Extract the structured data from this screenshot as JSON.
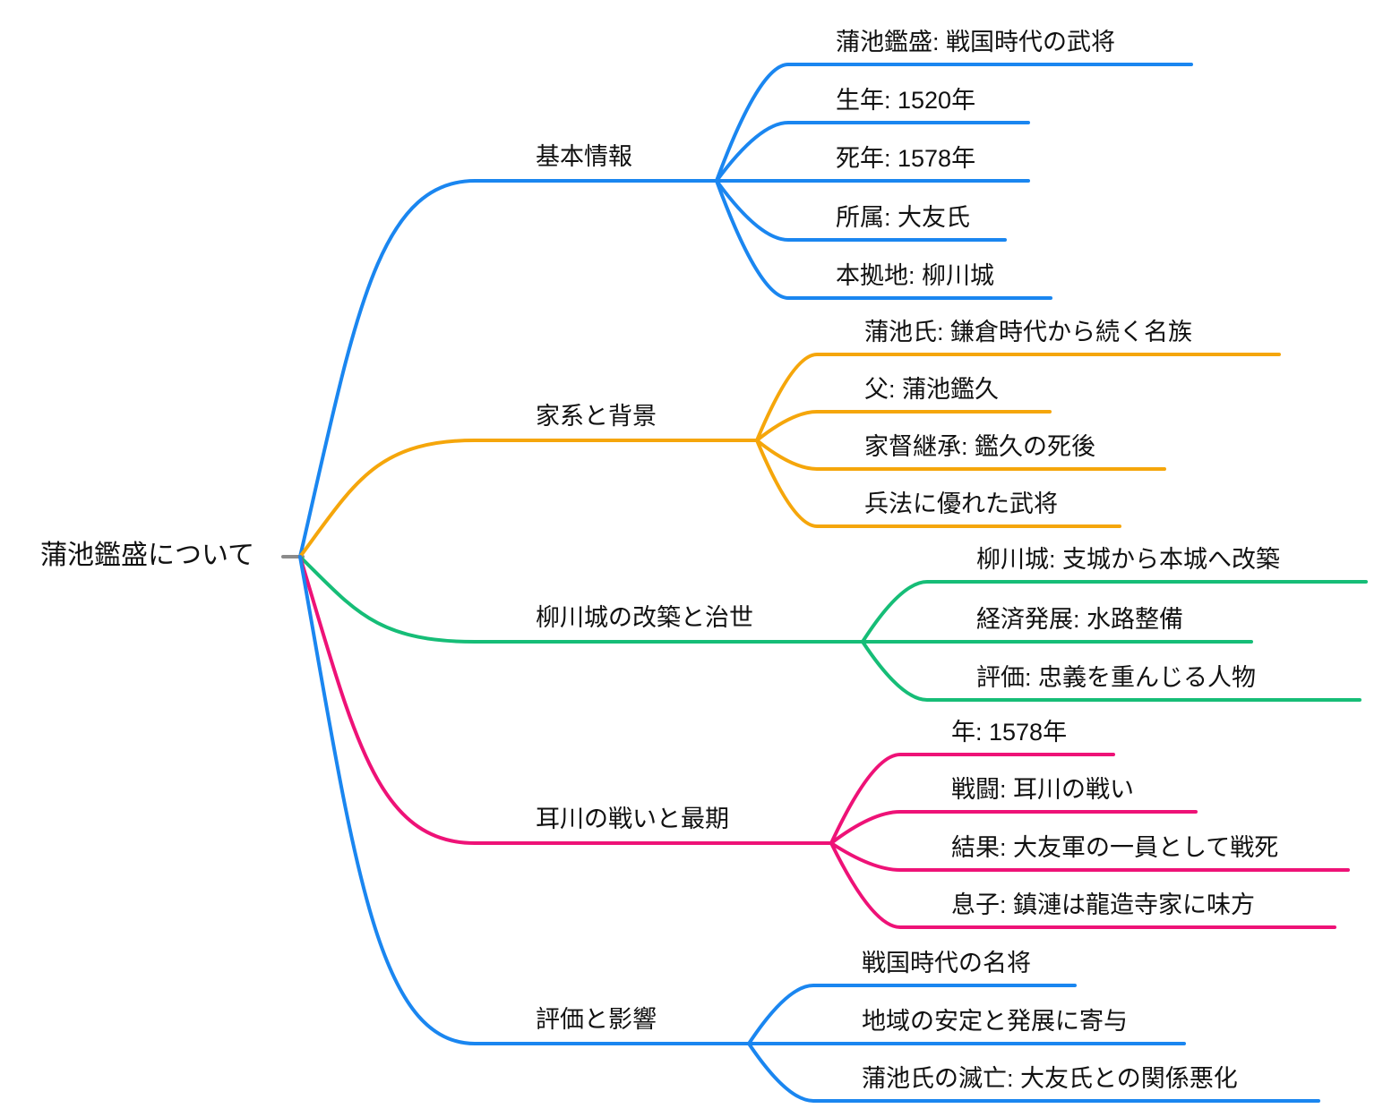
{
  "title": "蒲池鑑盛マインドマップ",
  "colors": {
    "blue": "#1a86f0",
    "orange": "#f5a60b",
    "green": "#16bd77",
    "pink": "#ee1277",
    "gray": "#8b8b8b",
    "text": "#111111"
  },
  "root": {
    "label": "蒲池鑑盛について"
  },
  "branches": [
    {
      "label": "基本情報",
      "color": "blue",
      "children": [
        "蒲池鑑盛: 戦国時代の武将",
        "生年: 1520年",
        "死年: 1578年",
        "所属: 大友氏",
        "本拠地: 柳川城"
      ]
    },
    {
      "label": "家系と背景",
      "color": "orange",
      "children": [
        "蒲池氏: 鎌倉時代から続く名族",
        "父: 蒲池鑑久",
        "家督継承: 鑑久の死後",
        "兵法に優れた武将"
      ]
    },
    {
      "label": "柳川城の改築と治世",
      "color": "green",
      "children": [
        "柳川城: 支城から本城へ改築",
        "経済発展: 水路整備",
        "評価: 忠義を重んじる人物"
      ]
    },
    {
      "label": "耳川の戦いと最期",
      "color": "pink",
      "children": [
        "年: 1578年",
        "戦闘: 耳川の戦い",
        "結果: 大友軍の一員として戦死",
        "息子: 鎮漣は龍造寺家に味方"
      ]
    },
    {
      "label": "評価と影響",
      "color": "blue",
      "children": [
        "戦国時代の名将",
        "地域の安定と発展に寄与",
        "蒲池氏の滅亡: 大友氏との関係悪化"
      ]
    }
  ]
}
